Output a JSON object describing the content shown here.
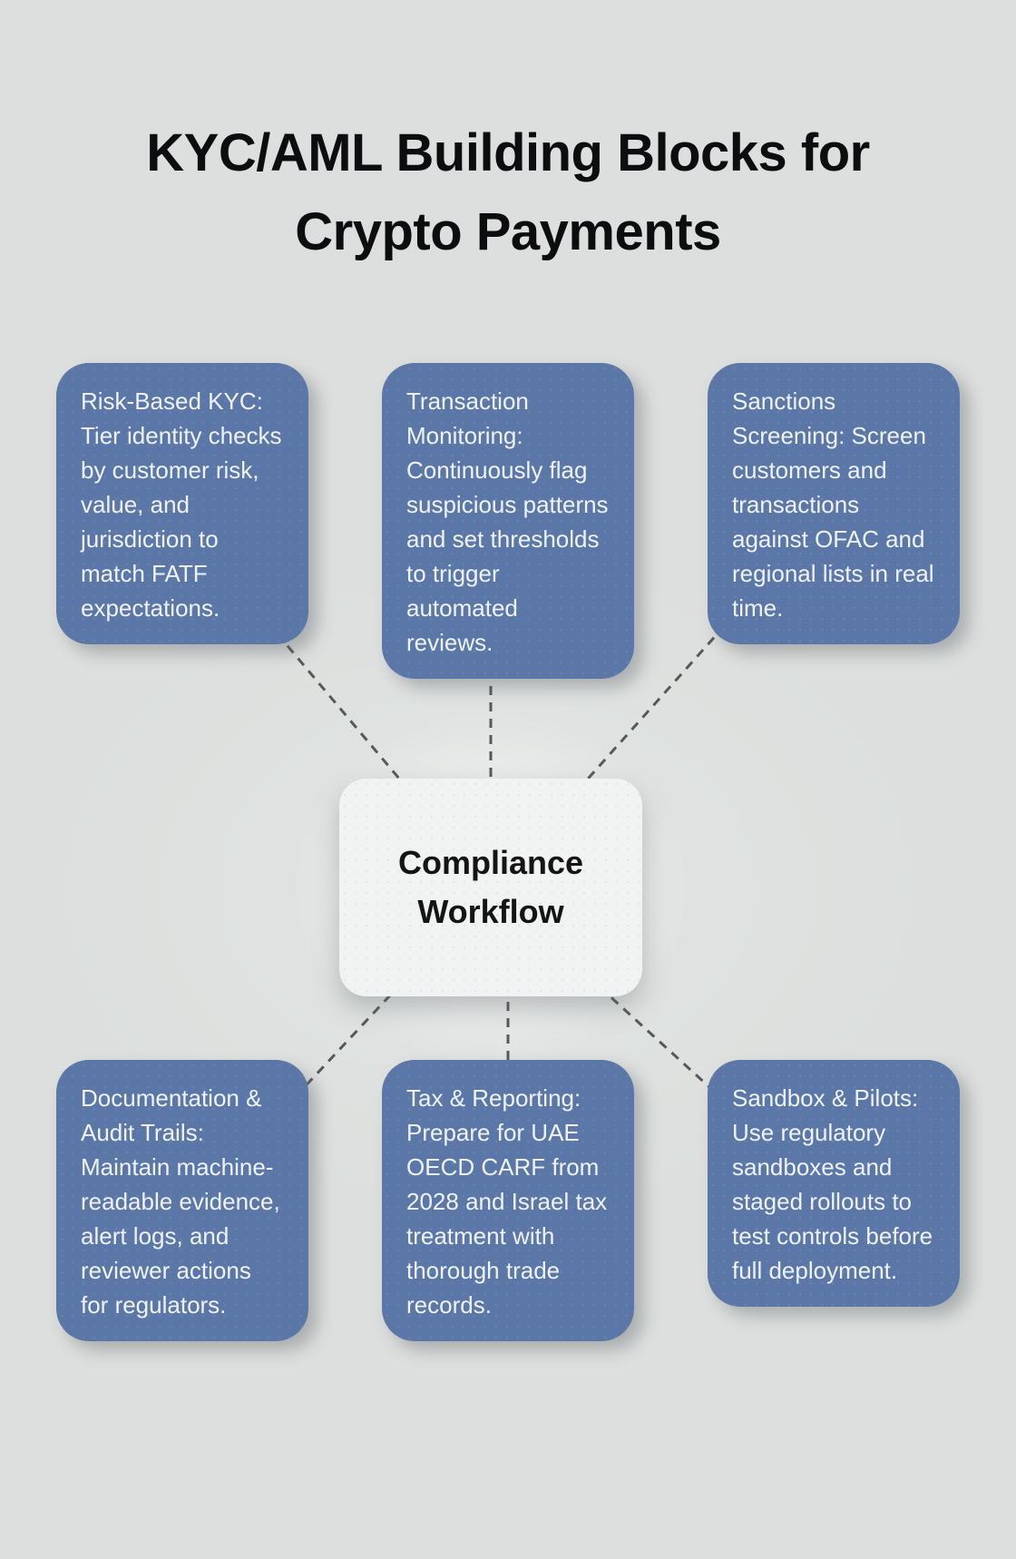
{
  "title": "KYC/AML Building Blocks for Crypto Payments",
  "center_node": {
    "label": "Compliance Workflow"
  },
  "nodes": [
    {
      "id": "risk-based-kyc",
      "text": "Risk-Based KYC: Tier identity checks by customer risk, value, and jurisdiction to match FATF expectations."
    },
    {
      "id": "transaction-monitoring",
      "text": "Transaction Monitoring: Continuously flag suspicious patterns and set thresholds to trigger automated reviews."
    },
    {
      "id": "sanctions-screening",
      "text": "Sanctions Screening: Screen customers and transactions against OFAC and regional lists in real time."
    },
    {
      "id": "documentation-audit-trails",
      "text": "Documentation & Audit Trails: Maintain machine-readable evidence, alert logs, and reviewer actions for regulators."
    },
    {
      "id": "tax-reporting",
      "text": "Tax & Reporting: Prepare for UAE OECD CARF from 2028 and Israel tax treatment with thorough trade records."
    },
    {
      "id": "sandbox-pilots",
      "text": "Sandbox & Pilots: Use regulatory sandboxes and staged rollouts to test controls before full deployment."
    }
  ],
  "colors": {
    "background": "#dcdfdd",
    "card_blue": "#5b77a8",
    "card_text": "#eef2f6",
    "center_fill": "#f1f3f2",
    "center_text": "#141414",
    "connector": "#585858",
    "title_text": "#0d0d0f"
  }
}
